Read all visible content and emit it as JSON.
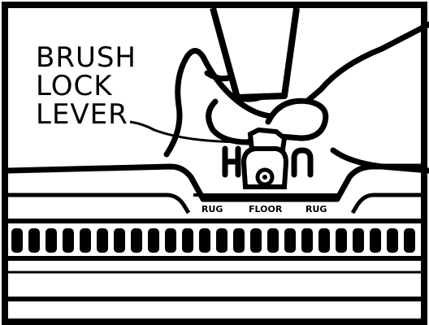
{
  "callout": {
    "line1": "BRUSH",
    "line2": "LOCK",
    "line3": "LEVER"
  },
  "positions": {
    "left": "RUG",
    "center": "FLOOR",
    "right": "RUG"
  }
}
